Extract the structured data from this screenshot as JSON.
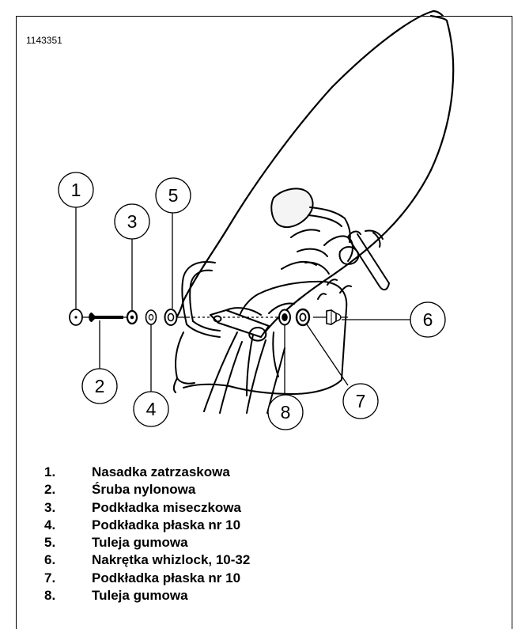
{
  "figure": {
    "id": "1143351"
  },
  "callouts": [
    "1",
    "2",
    "3",
    "4",
    "5",
    "6",
    "7",
    "8"
  ],
  "legend": [
    {
      "num": "1.",
      "text": "Nasadka zatrzaskowa"
    },
    {
      "num": "2.",
      "text": "Śruba nylonowa"
    },
    {
      "num": "3.",
      "text": "Podkładka miseczkowa"
    },
    {
      "num": "4.",
      "text": "Podkładka płaska nr 10"
    },
    {
      "num": "5.",
      "text": "Tuleja gumowa"
    },
    {
      "num": "6.",
      "text": "Nakrętka whizlock, 10-32"
    },
    {
      "num": "7.",
      "text": "Podkładka płaska nr 10"
    },
    {
      "num": "8.",
      "text": "Tuleja gumowa"
    }
  ]
}
